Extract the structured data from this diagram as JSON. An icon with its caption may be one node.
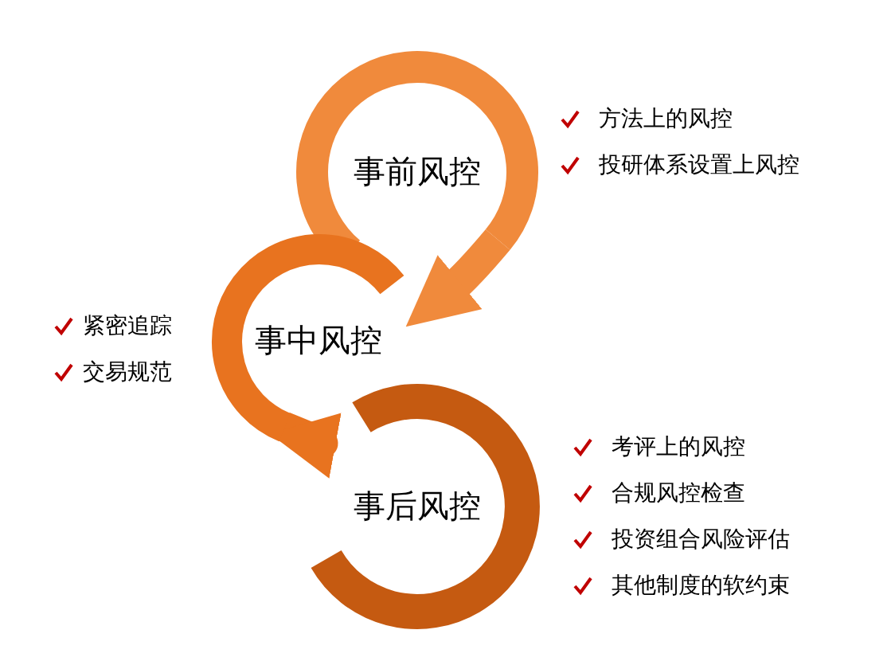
{
  "diagram": {
    "nodes": [
      {
        "text": [
          "事前风控"
        ],
        "beside": [
          "方法上的风控",
          "投研体系设置上风控"
        ]
      },
      {
        "text": [
          "事中风控"
        ],
        "beside": [
          "紧密追踪",
          "交易规范"
        ]
      },
      {
        "text": [
          "事后风控"
        ],
        "beside": [
          "考评上的风控",
          "合规风控检查",
          "投资组合风险评估",
          "其他制度的软约束"
        ]
      }
    ],
    "edges": [
      {
        "from": 0,
        "to": 1,
        "arrow": "to"
      },
      {
        "from": 1,
        "to": 2,
        "arrow": "to"
      }
    ]
  }
}
